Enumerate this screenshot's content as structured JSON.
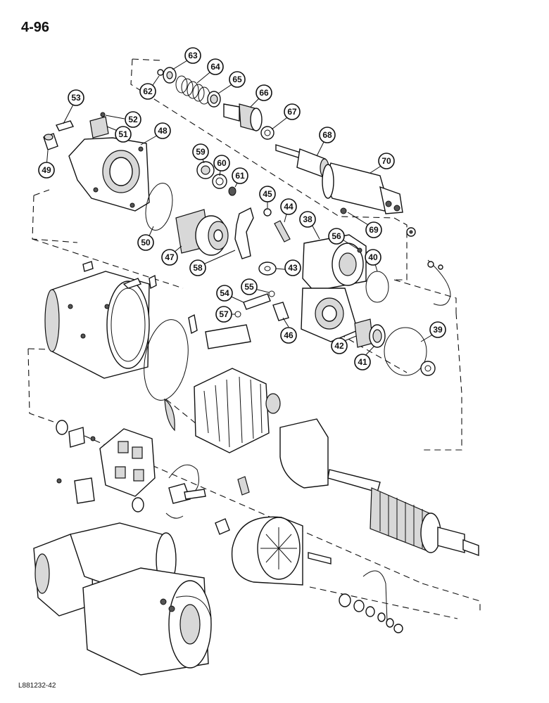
{
  "page": {
    "number": "4-96",
    "drawing_code": "L881232-42"
  },
  "callouts": [
    {
      "label": "62"
    },
    {
      "label": "63"
    },
    {
      "label": "64"
    },
    {
      "label": "65"
    },
    {
      "label": "66"
    },
    {
      "label": "67"
    },
    {
      "label": "68"
    },
    {
      "label": "69"
    },
    {
      "label": "70"
    },
    {
      "label": "53"
    },
    {
      "label": "52"
    },
    {
      "label": "51"
    },
    {
      "label": "49"
    },
    {
      "label": "48"
    },
    {
      "label": "50"
    },
    {
      "label": "59"
    },
    {
      "label": "60"
    },
    {
      "label": "61"
    },
    {
      "label": "45"
    },
    {
      "label": "44"
    },
    {
      "label": "38"
    },
    {
      "label": "56"
    },
    {
      "label": "40"
    },
    {
      "label": "47"
    },
    {
      "label": "58"
    },
    {
      "label": "43"
    },
    {
      "label": "55"
    },
    {
      "label": "54"
    },
    {
      "label": "57"
    },
    {
      "label": "46"
    },
    {
      "label": "42"
    },
    {
      "label": "41"
    },
    {
      "label": "39"
    }
  ]
}
